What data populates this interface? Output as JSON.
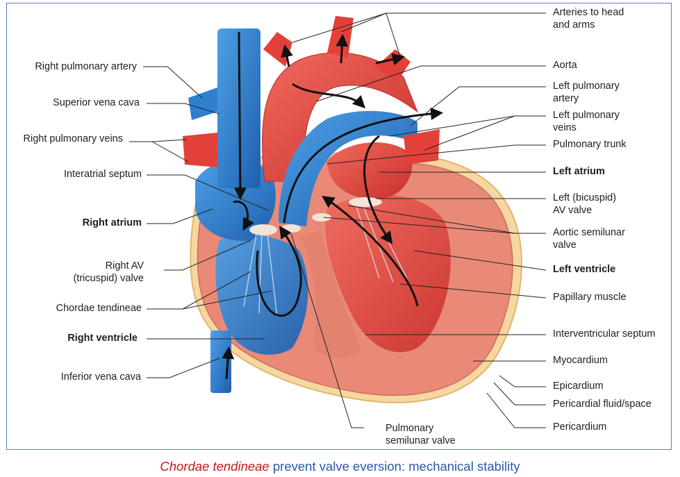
{
  "labels": {
    "arteries_head_arms": [
      "Arteries to head",
      "and arms"
    ],
    "aorta": "Aorta",
    "left_pulmonary_artery": [
      "Left pulmonary",
      "artery"
    ],
    "left_pulmonary_veins": [
      "Left pulmonary",
      "veins"
    ],
    "pulmonary_trunk": "Pulmonary trunk",
    "left_atrium": "Left atrium",
    "left_av_valve": [
      "Left (bicuspid)",
      "AV valve"
    ],
    "aortic_semilunar_valve": [
      "Aortic semilunar",
      "valve"
    ],
    "left_ventricle": "Left ventricle",
    "papillary_muscle": "Papillary muscle",
    "interventricular_septum": "Interventricular septum",
    "myocardium": "Myocardium",
    "epicardium": "Epicardium",
    "pericardial_fluid_space": "Pericardial fluid/space",
    "pericardium": "Pericardium",
    "right_pulmonary_artery": "Right pulmonary artery",
    "superior_vena_cava": "Superior vena cava",
    "right_pulmonary_veins": "Right pulmonary veins",
    "interatrial_septum": "Interatrial septum",
    "right_atrium": "Right atrium",
    "right_av_valve": [
      "Right AV",
      "(tricuspid) valve"
    ],
    "chordae_tendineae": "Chordae tendineae",
    "right_ventricle": "Right ventricle",
    "inferior_vena_cava": "Inferior vena cava",
    "pulmonary_semilunar_valve": [
      "Pulmonary",
      "semilunar valve"
    ]
  },
  "caption": {
    "term": "Chordae tendineae",
    "rest": " prevent valve eversion: mechanical stability"
  },
  "colors": {
    "oxygenated": "#e4403a",
    "deoxygenated": "#2f7fd0",
    "myocardium": "#e98a78",
    "pericardium": "#f6d7a0",
    "leader_line": "#222222",
    "caption_term": "#c0191c",
    "caption_text": "#2f57a8",
    "frame_border": "#5b7fb5"
  }
}
